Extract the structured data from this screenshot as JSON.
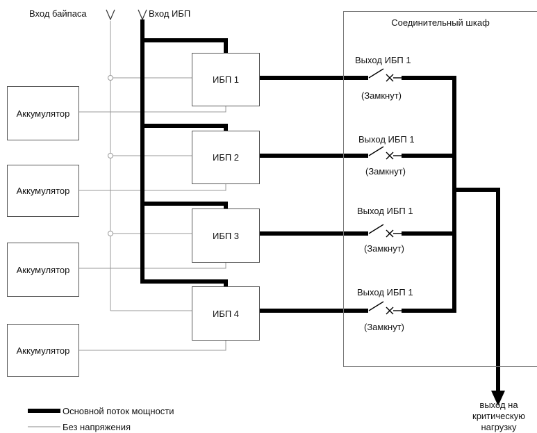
{
  "inputs": {
    "bypass_label": "Вход байпаса",
    "ups_label": "Вход ИБП"
  },
  "cabinet": {
    "title": "Соединительный шкаф"
  },
  "batteries": [
    {
      "label": "Аккумулятор"
    },
    {
      "label": "Аккумулятор"
    },
    {
      "label": "Аккумулятор"
    },
    {
      "label": "Аккумулятор"
    }
  ],
  "ups_units": [
    {
      "label": "ИБП 1"
    },
    {
      "label": "ИБП 2"
    },
    {
      "label": "ИБП 3"
    },
    {
      "label": "ИБП 4"
    }
  ],
  "breakers": [
    {
      "label": "Выход ИБП 1",
      "state": "(Замкнут)"
    },
    {
      "label": "Выход ИБП 1",
      "state": "(Замкнут)"
    },
    {
      "label": "Выход ИБП 1",
      "state": "(Замкнут)"
    },
    {
      "label": "Выход ИБП 1",
      "state": "(Замкнут)"
    }
  ],
  "output": {
    "line1": "выход на",
    "line2": "критическую",
    "line3": "нагрузку"
  },
  "legend": {
    "main_power": "Основной поток мощности",
    "no_voltage": "Без напряжения"
  },
  "colors": {
    "main_line": "#000000",
    "thin_line": "#888888",
    "box_border": "#555555"
  }
}
